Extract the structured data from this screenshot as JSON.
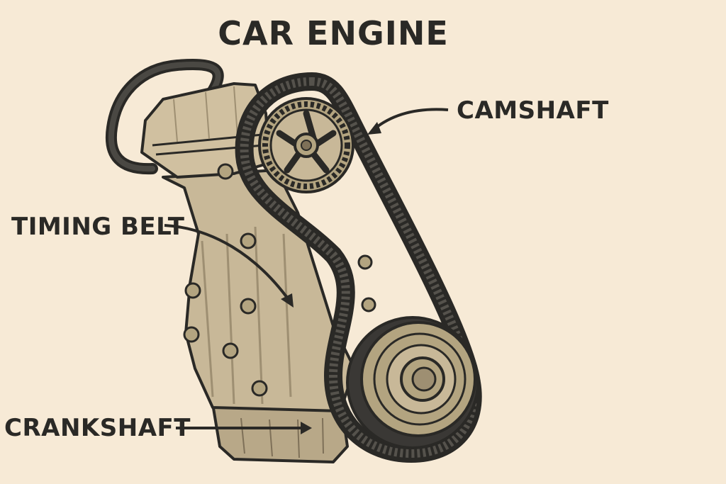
{
  "diagram": {
    "title": "CAR ENGINE",
    "labels": {
      "camshaft": "CAMSHAFT",
      "timing_belt": "TIMING BELT",
      "crankshaft": "CRANKSHAFT"
    }
  },
  "colors": {
    "background": "#f7ead6",
    "engine_body": "#c8b898",
    "engine_shadow": "#9e8f72",
    "belt": "#3a3835",
    "pulley": "#b3a480",
    "outline": "#2a2926"
  }
}
